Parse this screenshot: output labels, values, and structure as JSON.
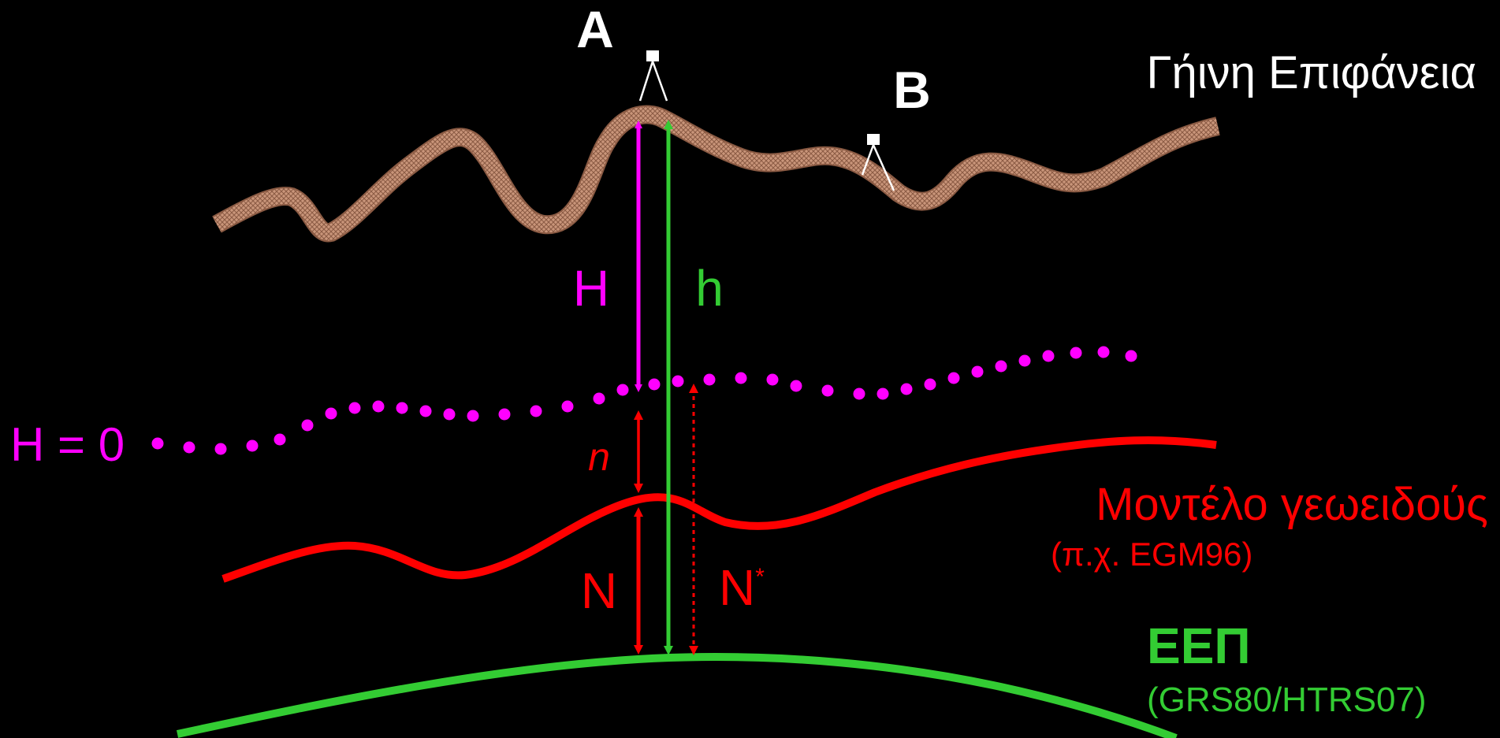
{
  "colors": {
    "background": "#000000",
    "terrain_fill": "#c9957a",
    "terrain_edge": "#8a5a43",
    "orthometric": "#ff00ff",
    "geoid_model": "#ff0000",
    "ellipsoid": "#33cc33",
    "white": "#ffffff"
  },
  "labels": {
    "point_a": "A",
    "point_b": "B",
    "earth_surface": "Γήινη Επιφάνεια",
    "orthometric_height": "H",
    "ellipsoidal_height": "h",
    "zero_level": "H = 0",
    "small_n": "n",
    "geoid_undulation": "N",
    "geoid_undulation_star": "N",
    "star": "*",
    "geoid_model_title": "Μοντέλο γεωειδούς",
    "geoid_model_example": "(π.χ. EGM96)",
    "ellipsoid_title": "ΕΕΠ",
    "ellipsoid_subtitle": "(GRS80/HTRS07)"
  }
}
